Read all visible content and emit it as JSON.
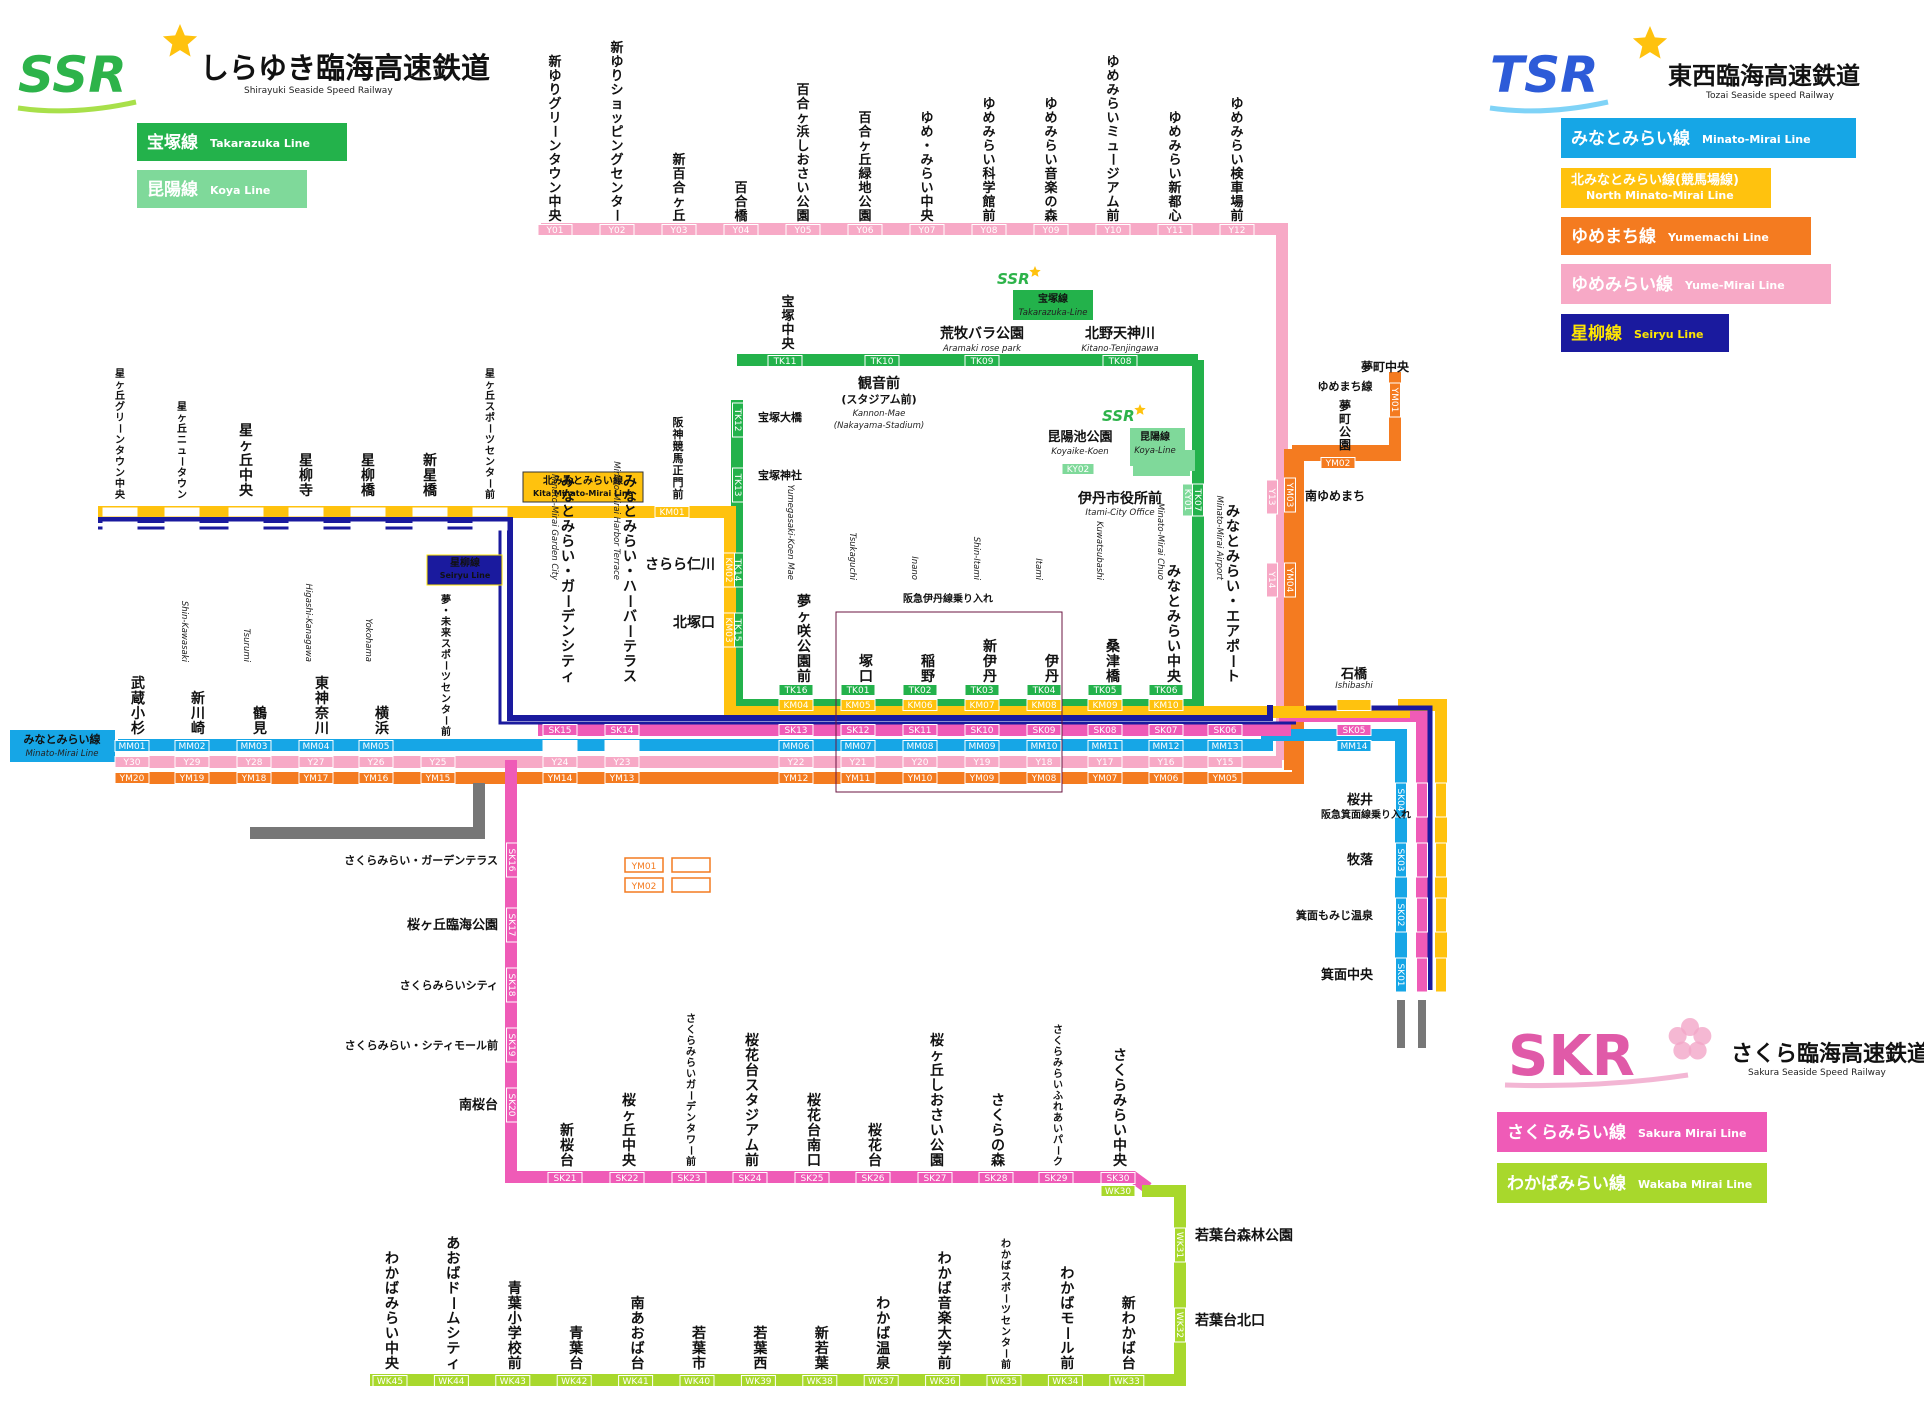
{
  "operators": {
    "ssr": {
      "logo": "SSR",
      "name": "しらゆき臨海高速鉄道",
      "name_en": "Shirayuki Seaside Speed Railway",
      "color": "#2db34a"
    },
    "tsr": {
      "logo": "TSR",
      "name": "東西臨海高速鉄道",
      "name_en": "Tozai Seaside speed Railway",
      "color": "#2d5bd8"
    },
    "skr": {
      "logo": "SKR",
      "name": "さくら臨海高速鉄道",
      "name_en": "Sakura Seaside Speed Railway",
      "color": "#e05aa8"
    }
  },
  "legend": {
    "ssr": [
      {
        "ja": "宝塚線",
        "en": "Takarazuka Line",
        "color": "#23b24b",
        "text": "#ffffff"
      },
      {
        "ja": "昆陽線",
        "en": "Koya Line",
        "color": "#7fd99a",
        "text": "#ffffff"
      }
    ],
    "tsr": [
      {
        "ja": "みなとみらい線",
        "en": "Minato-Mirai Line",
        "color": "#16a6e6",
        "text": "#ffffff"
      },
      {
        "ja": "北みなとみらい線(競馬場線)",
        "en": "North Minato-Mirai Line",
        "color": "#ffc20e",
        "text": "#ffffff"
      },
      {
        "ja": "ゆめまち線",
        "en": "Yumemachi Line",
        "color": "#f47b20",
        "text": "#ffffff"
      },
      {
        "ja": "ゆめみらい線",
        "en": "Yume-Mirai Line",
        "color": "#f7a9c6",
        "text": "#ffffff"
      },
      {
        "ja": "星柳線",
        "en": "Seiryu Line",
        "color": "#1a1a9e",
        "text": "#ffe600"
      }
    ],
    "skr": [
      {
        "ja": "さくらみらい線",
        "en": "Sakura Mirai Line",
        "color": "#ef5bb7",
        "text": "#ffffff"
      },
      {
        "ja": "わかばみらい線",
        "en": "Wakaba Mirai Line",
        "color": "#a8d82c",
        "text": "#ffffff"
      }
    ]
  },
  "map_labels": {
    "kita_minato": {
      "ja": "北みなとみらい線",
      "en": "Kita Minato-Mirai Line"
    },
    "seiryu": {
      "ja": "星柳線",
      "en": "Seiryu Line"
    },
    "mm_line": {
      "ja": "みなとみらい線",
      "en": "Minato-Mirai Line"
    },
    "takarazuka_tag": {
      "ja": "宝塚線",
      "en": "Takarazuka-Line"
    },
    "koya_tag": {
      "ja": "昆陽線",
      "en": "Koya-Line"
    },
    "hankyu_itami": "阪急伊丹線乗り入れ",
    "hankyu_mino": "阪急箕面線乗り入れ",
    "yumemachi_tag": "ゆめまち線"
  },
  "y_line": {
    "stations": [
      {
        "name": "新ゆりグリーンタウン中央",
        "code": "Y01"
      },
      {
        "name": "新ゆりショッピングセンター",
        "code": "Y02"
      },
      {
        "name": "新百合ヶ丘",
        "code": "Y03"
      },
      {
        "name": "百合橋",
        "code": "Y04"
      },
      {
        "name": "百合ヶ浜しおさい公園",
        "code": "Y05"
      },
      {
        "name": "百合ヶ丘緑地公園",
        "code": "Y06"
      },
      {
        "name": "ゆめ・みらい中央",
        "code": "Y07"
      },
      {
        "name": "ゆめみらい科学館前",
        "code": "Y08"
      },
      {
        "name": "ゆめみらい音楽の森",
        "code": "Y09"
      },
      {
        "name": "ゆめみらいミュージアム前",
        "code": "Y10"
      },
      {
        "name": "ゆめみらい新都心",
        "code": "Y11"
      },
      {
        "name": "ゆめみらい検車場前",
        "code": "Y12"
      }
    ]
  },
  "seiryu_top": {
    "stations": [
      {
        "name": "星ヶ丘グリーンタウン中央",
        "small": true
      },
      {
        "name": "星ヶ丘ニュータウン",
        "small": true
      },
      {
        "name": "星ヶ丘中央",
        "small": false
      },
      {
        "name": "星柳寺",
        "small": false
      },
      {
        "name": "星柳橋",
        "small": false
      },
      {
        "name": "新星橋",
        "small": false
      },
      {
        "name": "星ヶ丘スポーツセンター前",
        "small": true
      }
    ],
    "km01_name": "阪神競馬正門前",
    "km01_code": "KM01"
  },
  "tk_line": {
    "top": [
      {
        "name": "宝塚中央",
        "code": "TK11"
      },
      {
        "name": "荒牧バラ公園",
        "en": "Aramaki rose park",
        "code": "TK10"
      },
      {
        "name": "",
        "code": "TK09"
      },
      {
        "name": "北野天神川",
        "en": "Kitano-Tenjingawa",
        "code": "TK08"
      }
    ],
    "left": [
      {
        "name": "宝塚大橋",
        "code": "TK12"
      },
      {
        "name": "宝塚神社",
        "code": "TK13"
      },
      {
        "name": "",
        "code": "TK14"
      },
      {
        "name": "",
        "code": "TK15"
      }
    ],
    "kannon": {
      "name": "観音前",
      "sub": "(スタジアム前)",
      "en": "Kannon-Mae",
      "en2": "(Nakayama-Stadium)"
    },
    "koyaike": {
      "name": "昆陽池公園",
      "en": "Koyaike-Koen"
    },
    "itami_office": {
      "name": "伊丹市役所前",
      "en": "Itami-City Office"
    },
    "tk07": "TK07",
    "ky01": "KY01",
    "ky02": "KY02"
  },
  "km_side": {
    "sarara": "さらら仁川",
    "kitazuka": "北塚口",
    "km02": "KM02",
    "km03": "KM03"
  },
  "mm_row": [
    {
      "name": "武蔵小杉",
      "en": "",
      "mm": "MM01",
      "y": "Y30",
      "ym": "YM20"
    },
    {
      "name": "新川崎",
      "en": "Shin-Kawasaki",
      "mm": "MM02",
      "y": "Y29",
      "ym": "YM19"
    },
    {
      "name": "鶴見",
      "en": "Tsurumi",
      "mm": "MM03",
      "y": "Y28",
      "ym": "YM18"
    },
    {
      "name": "東神奈川",
      "en": "Higashi-Kanagawa",
      "mm": "MM04",
      "y": "Y27",
      "ym": "YM17"
    },
    {
      "name": "横浜",
      "en": "Yokohama",
      "mm": "MM05",
      "y": "Y26",
      "ym": "YM16"
    },
    {
      "name": "夢・未来スポーツセンター前",
      "en": "",
      "mm": "",
      "y": "Y25",
      "ym": "YM15"
    }
  ],
  "mid_row": [
    {
      "name": "みなとみらい・ガーデンシティ",
      "en": "Minato-Mirai Garden City",
      "sk": "SK15",
      "mm": "",
      "y": "Y24",
      "ym": "YM14"
    },
    {
      "name": "みなとみらい・ハーバーテラス",
      "en": "Minato-Mirai Harbor Terrace",
      "sk": "SK14",
      "mm": "",
      "y": "Y23",
      "ym": "YM13"
    },
    {
      "name": "夢ヶ咲公園前",
      "en": "Yumegasaki-Koen Mae",
      "sk": "SK13",
      "mm": "MM06",
      "y": "Y22",
      "ym": "YM12",
      "km": "KM04",
      "tk": "TK16"
    },
    {
      "name": "塚口",
      "en": "Tsukaguchi",
      "sk": "SK12",
      "mm": "MM07",
      "y": "Y21",
      "ym": "YM11",
      "km": "KM05",
      "tk": "TK01"
    },
    {
      "name": "稲野",
      "en": "Inano",
      "sk": "SK11",
      "mm": "MM08",
      "y": "Y20",
      "ym": "YM10",
      "km": "KM06",
      "tk": "TK02"
    },
    {
      "name": "新伊丹",
      "en": "Shin-Itami",
      "sk": "SK10",
      "mm": "MM09",
      "y": "Y19",
      "ym": "YM09",
      "km": "KM07",
      "tk": "TK03"
    },
    {
      "name": "伊丹",
      "en": "Itami",
      "sk": "SK09",
      "mm": "MM10",
      "y": "Y18",
      "ym": "YM08",
      "km": "KM08",
      "tk": "TK04"
    },
    {
      "name": "桑津橋",
      "en": "Kuwatsubashi",
      "sk": "SK08",
      "mm": "MM11",
      "y": "Y17",
      "ym": "YM07",
      "km": "KM09",
      "tk": "TK05"
    },
    {
      "name": "みなとみらい中央",
      "en": "Minato-Mirai Chuo",
      "sk": "SK07",
      "mm": "MM12",
      "y": "Y16",
      "ym": "YM06",
      "km": "KM10",
      "tk": "TK06"
    },
    {
      "name": "みなとみらい・エアポート",
      "en": "Minato-Mirai Airport",
      "sk": "SK06",
      "mm": "MM13",
      "y": "Y15",
      "ym": "YM05",
      "km": "",
      "tk": ""
    }
  ],
  "east": {
    "yumemachi_chuo": {
      "name": "夢町中央",
      "code": "YM01"
    },
    "yumemachi_koen": {
      "name": "夢町公園",
      "code": "YM02"
    },
    "minami_yumemachi": {
      "name": "南ゆめまち",
      "code": "YM03"
    },
    "ym04": "YM04",
    "y13": "Y13",
    "y14": "Y14",
    "ishibashi": {
      "name": "石橋",
      "en": "Ishibashi",
      "sk": "SK05",
      "mm": "MM14"
    },
    "south": [
      {
        "name": "桜井",
        "code": "SK04"
      },
      {
        "name": "牧落",
        "code": "SK03"
      },
      {
        "name": "箕面もみじ温泉",
        "code": "SK02"
      },
      {
        "name": "箕面中央",
        "code": "SK01"
      }
    ]
  },
  "sk_vertical": [
    {
      "name": "さくらみらい・ガーデンテラス",
      "code": "SK16"
    },
    {
      "name": "桜ヶ丘臨海公園",
      "code": "SK17"
    },
    {
      "name": "さくらみらいシティ",
      "code": "SK18"
    },
    {
      "name": "さくらみらい・シティモール前",
      "code": "SK19"
    },
    {
      "name": "南桜台",
      "code": "SK20"
    }
  ],
  "sk_bottom": [
    {
      "name": "新桜台",
      "code": "SK21"
    },
    {
      "name": "桜ヶ丘中央",
      "code": "SK22"
    },
    {
      "name": "さくらみらいガーデンタワー前",
      "code": "SK23"
    },
    {
      "name": "桜花台スタジアム前",
      "code": "SK24"
    },
    {
      "name": "桜花台南口",
      "code": "SK25"
    },
    {
      "name": "桜花台",
      "code": "SK26"
    },
    {
      "name": "桜ヶ丘しおさい公園",
      "code": "SK27"
    },
    {
      "name": "さくらの森",
      "code": "SK28"
    },
    {
      "name": "さくらみらいふれあいパーク",
      "code": "SK29"
    },
    {
      "name": "さくらみらい中央",
      "code": "SK30"
    }
  ],
  "wk_side": [
    {
      "name": "",
      "code": "WK30"
    },
    {
      "name": "若葉台森林公園",
      "code": "WK31"
    },
    {
      "name": "若葉台北口",
      "code": "WK32"
    }
  ],
  "wk_bottom": [
    {
      "name": "わかばみらい中央",
      "code": "WK45"
    },
    {
      "name": "あおばドームシティ",
      "code": "WK44"
    },
    {
      "name": "青葉小学校前",
      "code": "WK43"
    },
    {
      "name": "青葉台",
      "code": "WK42"
    },
    {
      "name": "南あおば台",
      "code": "WK41"
    },
    {
      "name": "若葉市",
      "code": "WK40"
    },
    {
      "name": "若葉西",
      "code": "WK39"
    },
    {
      "name": "新若葉",
      "code": "WK38"
    },
    {
      "name": "わかば温泉",
      "code": "WK37"
    },
    {
      "name": "わかば音楽大学前",
      "code": "WK36"
    },
    {
      "name": "わかばスポーツセンター前",
      "code": "WK35"
    },
    {
      "name": "わかばモール前",
      "code": "WK34"
    },
    {
      "name": "新わかば台",
      "code": "WK33"
    }
  ],
  "ym_small": [
    "YM01",
    "YM02"
  ]
}
